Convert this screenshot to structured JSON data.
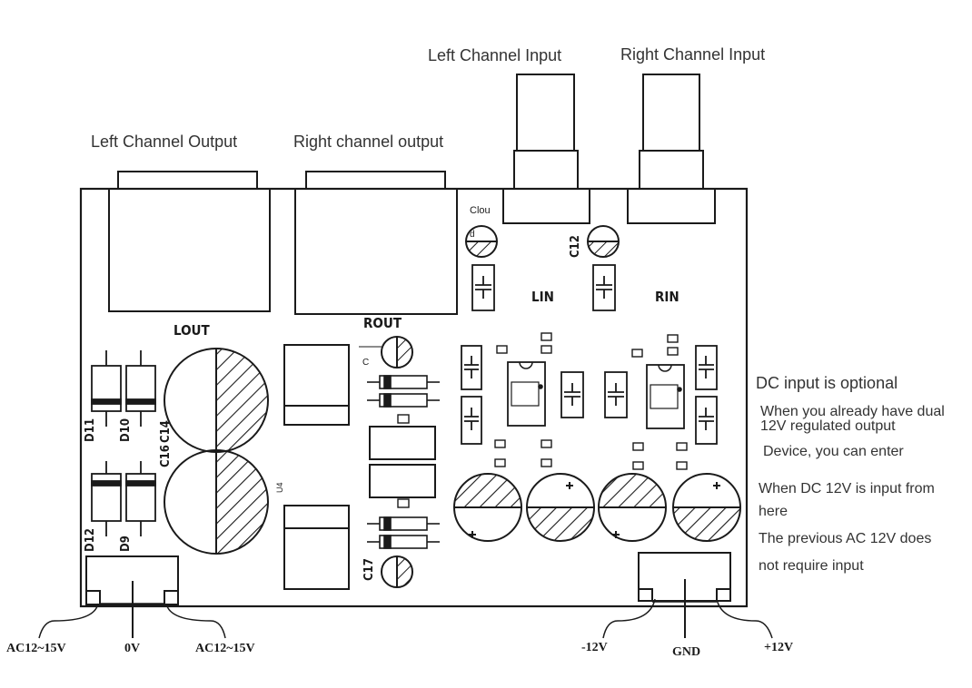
{
  "labels": {
    "left_output": "Left Channel Output",
    "right_output": "Right channel output",
    "left_input": "Left Channel Input",
    "right_input": "Right Channel Input",
    "lout": "LOUT",
    "rout": "ROUT",
    "lin": "LIN",
    "rin": "RIN",
    "clou": "Clou",
    "d": "d",
    "c": "C",
    "u4": "U4",
    "c12": "C12",
    "c14": "C14",
    "c16": "C16",
    "c17": "C17",
    "d9": "D9",
    "d10": "D10",
    "d11": "D11",
    "d12": "D12"
  },
  "ac_terminals": [
    "AC12~15V",
    "0V",
    "AC12~15V"
  ],
  "dc_terminals": [
    "-12V",
    "GND",
    "+12V"
  ],
  "notes": {
    "title": "DC  input is optional",
    "line1": "When you already have dual",
    "line2": "12V regulated output",
    "line3": "Device, you can enter",
    "line4": "When DC 12V is input from",
    "line5": "here",
    "line6": "The previous AC 12V does",
    "line7": "not require input"
  },
  "colors": {
    "ink": "#1a1a1a",
    "note_text": "#333333",
    "background": "#ffffff"
  }
}
